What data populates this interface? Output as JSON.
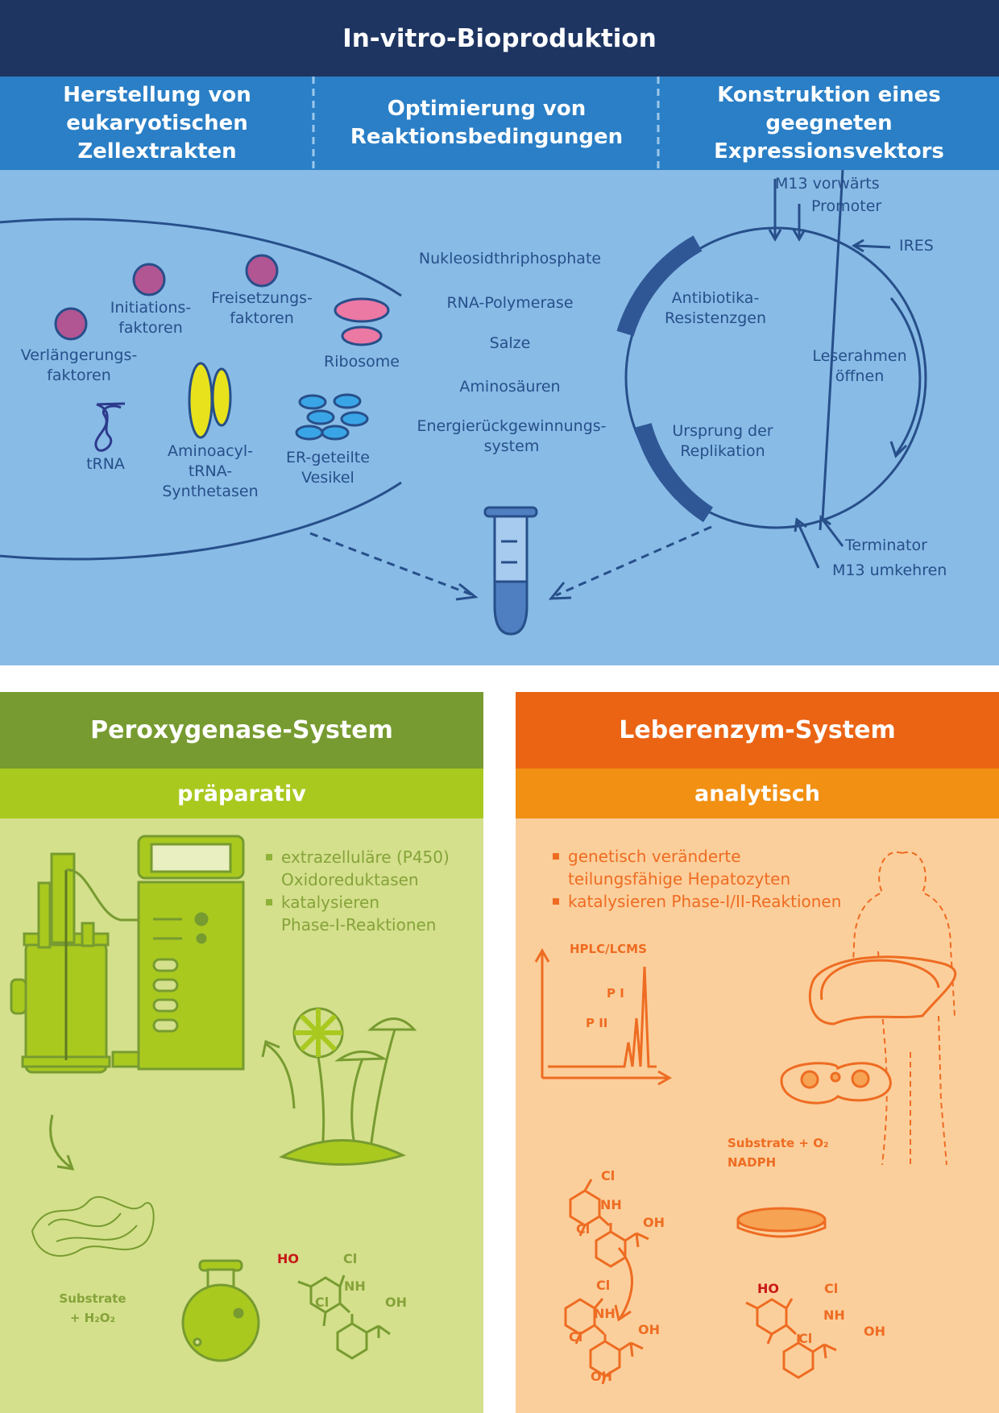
{
  "title": "In-vitro-Bioproduktion",
  "columns": [
    "Herstellung von\neukaryotischen\nZellextrakten",
    "Optimierung von\nReaktionsbedingungen",
    "Konstruktion eines\ngeegneten\nExpressionsvektors"
  ],
  "extract": {
    "initiation": "Initiations-\nfaktoren",
    "release": "Freisetzungs-\nfaktoren",
    "elongation": "Verlängerungs-\nfaktoren",
    "ribosome": "Ribosome",
    "trna": "tRNA",
    "synthetase": "Aminoacyl-\ntRNA-\nSynthetasen",
    "vesicles": "ER-geteilte\nVesikel"
  },
  "conditions": [
    "Nukleosidthriphosphate",
    "RNA-Polymerase",
    "Salze",
    "Aminosäuren",
    "Energierückgewinnungs-\nsystem"
  ],
  "vector": {
    "m13_fwd": "M13 vorwärts",
    "promoter": "Promoter",
    "ires": "IRES",
    "antibiotic": "Antibiotika-\nResistenzgen",
    "orf": "Leserahmen\nöffnen",
    "origin": "Ursprung der\nReplikation",
    "terminator": "Terminator",
    "m13_rev": "M13 umkehren"
  },
  "peroxygenase": {
    "title": "Peroxygenase-System",
    "subtitle": "präparativ",
    "bullets": [
      "extrazelluläre (P450)\nOxidoreduktasen",
      "katalysieren\nPhase-I-Reaktionen"
    ],
    "substrate": "Substrate\n+ H₂O₂",
    "mol_ho": "HO",
    "mol_cl1": "Cl",
    "mol_cl2": "Cl",
    "mol_nh": "NH",
    "mol_oh": "OH"
  },
  "liver": {
    "title": "Leberenzym-System",
    "subtitle": "analytisch",
    "bullets": [
      "genetisch veränderte\nteilungsfähige Hepatozyten",
      "katalysieren Phase-I/II-Reaktionen"
    ],
    "hplc": "HPLC/LCMS",
    "p1": "P I",
    "p2": "P II",
    "substrate": "Substrate + O₂\nNADPH",
    "cl": "Cl",
    "nh": "NH",
    "oh": "OH",
    "ho": "HO"
  },
  "colors": {
    "navy": "#1e3562",
    "blue": "#2a7fc6",
    "lightblue": "#88bbe6",
    "green": "#779b30",
    "lime": "#a9c91f",
    "orange": "#ea6414",
    "amber": "#f19013"
  }
}
